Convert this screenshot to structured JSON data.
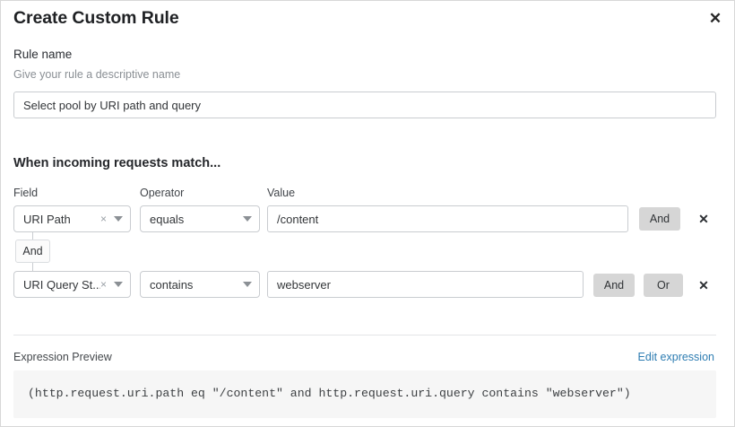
{
  "dialog": {
    "title": "Create Custom Rule",
    "close_icon": "close-icon"
  },
  "rule_name": {
    "label": "Rule name",
    "hint": "Give your rule a descriptive name",
    "value": "Select pool by URI path and query",
    "placeholder": "Rule name"
  },
  "conditions": {
    "heading": "When incoming requests match...",
    "columns": {
      "field": "Field",
      "operator": "Operator",
      "value": "Value"
    },
    "connector_badge": "And",
    "rows": [
      {
        "field": "URI Path",
        "operator": "equals",
        "value": "/content",
        "clear_icon": "×",
        "buttons": [
          "And"
        ],
        "delete_icon": "✕"
      },
      {
        "field": "URI Query St...",
        "operator": "contains",
        "value": "webserver",
        "clear_icon": "×",
        "buttons": [
          "And",
          "Or"
        ],
        "delete_icon": "✕"
      }
    ]
  },
  "expression": {
    "label": "Expression Preview",
    "edit_link": "Edit expression",
    "code": "(http.request.uri.path eq \"/content\" and http.request.uri.query contains \"webserver\")"
  },
  "colors": {
    "link": "#2e7db2",
    "chip_bg": "#d6d6d6",
    "code_bg": "#f6f6f6",
    "border": "#c9ccd0"
  }
}
